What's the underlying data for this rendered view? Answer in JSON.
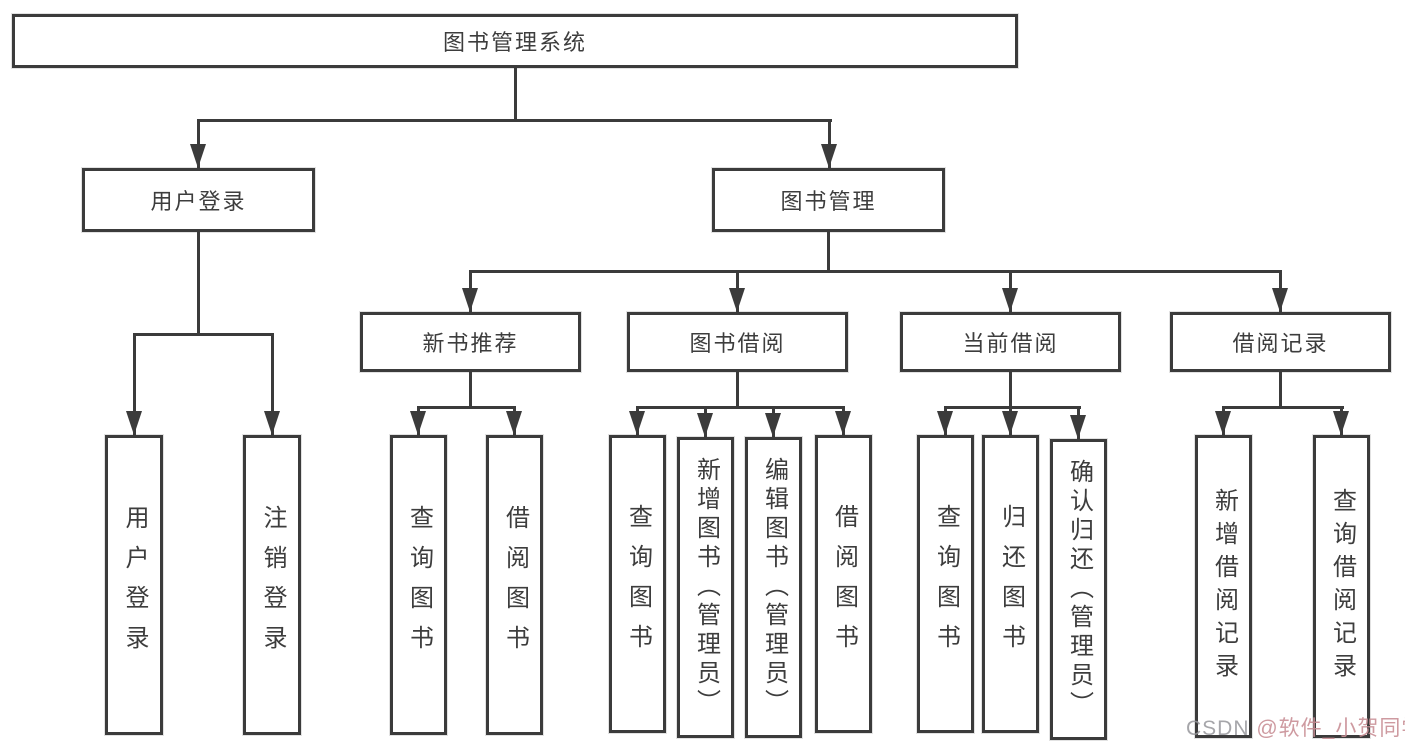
{
  "diagram": {
    "root": {
      "label": "图书管理系统"
    },
    "level2": [
      {
        "label": "用户登录"
      },
      {
        "label": "图书管理"
      }
    ],
    "level3": [
      {
        "label": "新书推荐"
      },
      {
        "label": "图书借阅"
      },
      {
        "label": "当前借阅"
      },
      {
        "label": "借阅记录"
      }
    ],
    "leaves": {
      "user_login": [
        {
          "label": "用户登录"
        },
        {
          "label": "注销登录"
        }
      ],
      "new_book": [
        {
          "label": "查询图书"
        },
        {
          "label": "借阅图书"
        }
      ],
      "book_borrow": [
        {
          "label": "查询图书"
        },
        {
          "label": "新增图书（管理员）"
        },
        {
          "label": "编辑图书（管理员）"
        },
        {
          "label": "借阅图书"
        }
      ],
      "current_borrow": [
        {
          "label": "查询图书"
        },
        {
          "label": "归还图书"
        },
        {
          "label": "确认归还（管理员）"
        }
      ],
      "borrow_records": [
        {
          "label": "新增借阅记录"
        },
        {
          "label": "查询借阅记录"
        }
      ]
    }
  },
  "watermark": {
    "brand": "CSDN ",
    "handle": "@软件_小贺同学"
  },
  "colors": {
    "line": "#3b3b3b",
    "text": "#3d3d3d"
  }
}
